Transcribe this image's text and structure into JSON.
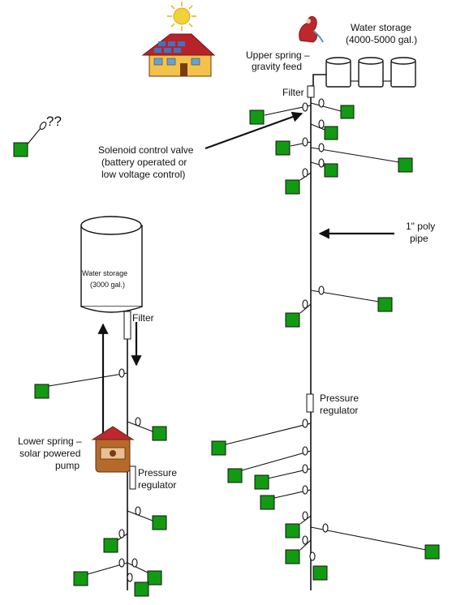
{
  "labels": {
    "water_storage_upper_1": "Water storage",
    "water_storage_upper_2": "(4000-5000 gal.)",
    "upper_spring_1": "Upper spring –",
    "upper_spring_2": "gravity feed",
    "filter_upper": "Filter",
    "question": "??",
    "solenoid_1": "Solenoid control valve",
    "solenoid_2": "(battery operated or",
    "solenoid_3": "low voltage control)",
    "poly_pipe_1": "1\" poly",
    "poly_pipe_2": "pipe",
    "water_storage_lower_1": "Water storage",
    "water_storage_lower_2": "(3000 gal.)",
    "filter_lower": "Filter",
    "pressure_regulator_right_1": "Pressure",
    "pressure_regulator_right_2": "regulator",
    "lower_spring_1": "Lower spring –",
    "lower_spring_2": "solar powered",
    "lower_spring_3": "pump",
    "pressure_regulator_left_1": "Pressure",
    "pressure_regulator_left_2": "regulator"
  },
  "colors": {
    "sprinkler": "#129a12",
    "sun": "#f2d23a",
    "house_roof": "#b8232a",
    "house_wall": "#f2c24a",
    "pump_body": "#b56a2c",
    "spring_figure": "#c0272d"
  },
  "icons": {
    "sun": "sun-icon",
    "house": "solar-house-icon",
    "upper_spring": "spring-source-icon",
    "pump": "water-well-pump-icon"
  }
}
